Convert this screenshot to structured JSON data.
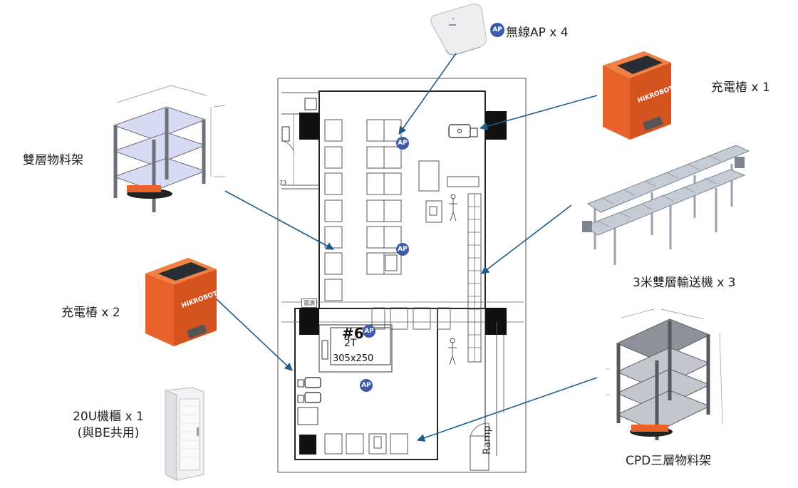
{
  "equipment": {
    "wireless_ap": "無線AP x 4",
    "ap_badge": "AP",
    "charging_pile_1": "充電樁 x 1",
    "double_rack": "雙層物料架",
    "conveyor": "3米雙層輸送機 x 3",
    "charging_pile_2": "充電樁 x 2",
    "cabinet_line1": "20U機櫃 x 1",
    "cabinet_line2": "(與BE共用)",
    "triple_rack": "CPD三層物料架"
  },
  "floorplan": {
    "zone_id": "#6",
    "capacity": "2T",
    "dimensions": "305x250",
    "ramp": "Ramp",
    "room_number": "23",
    "sign_power": "電源",
    "charger_brand": "HIKROBOT"
  },
  "colors": {
    "arrow": "#1f5c8a",
    "ap_blue": "#3c5aa8",
    "robot_orange": "#e8622a"
  }
}
